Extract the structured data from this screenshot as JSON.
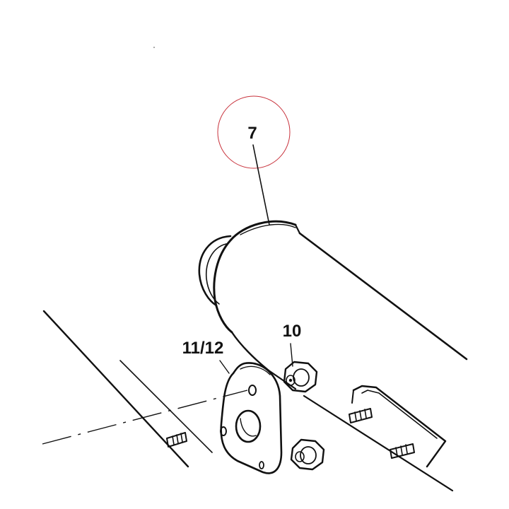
{
  "diagram": {
    "labels": {
      "part_7": "7",
      "part_10": "10",
      "part_11_12": "11/12"
    },
    "highlight_color": "#c8323c",
    "line_color": "#111111"
  }
}
